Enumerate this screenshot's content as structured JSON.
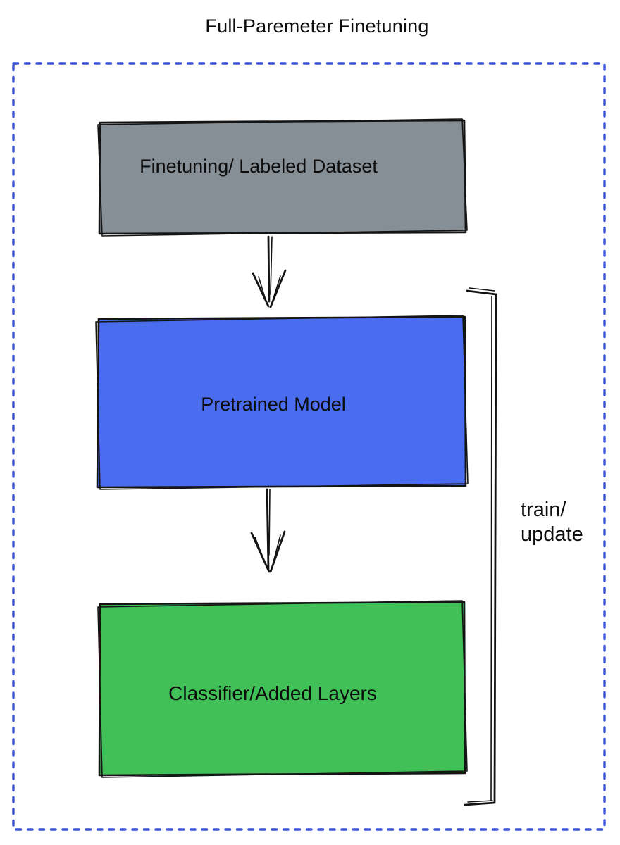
{
  "title": {
    "text": "Full-Paremeter Finetuning",
    "color": "#3d52cb"
  },
  "nodes": {
    "dataset": {
      "label": "Finetuning/ Labeled Dataset",
      "fill": "#868e96"
    },
    "pretrained": {
      "label": "Pretrained Model",
      "fill": "#4a6df0"
    },
    "classifier": {
      "label": "Classifier/Added Layers",
      "fill": "#40c057"
    }
  },
  "bracket": {
    "label_line1": "train/",
    "label_line2": "update"
  },
  "colors": {
    "dotted_border": "#3b51d4",
    "sketch_stroke": "#141414",
    "background": "#ffffff"
  }
}
